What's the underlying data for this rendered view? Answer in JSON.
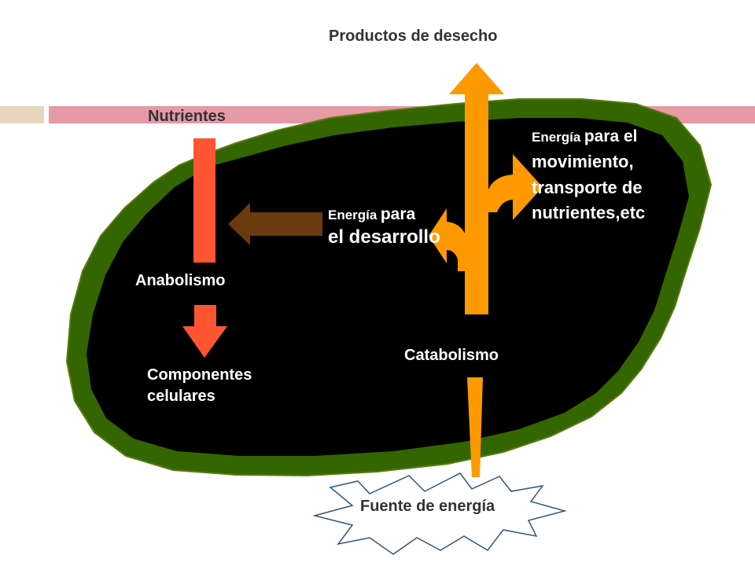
{
  "labels": {
    "waste": "Productos de desecho",
    "nutrients": "Nutrientes",
    "anabolism": "Anabolismo",
    "components_line1": "Componentes",
    "components_line2": "celulares",
    "catabolism": "Catabolismo",
    "energy_source": "Fuente de energía",
    "energy_dev_word": "Energía",
    "energy_dev_para": "para",
    "energy_dev_line2": "el desarrollo",
    "energy_move_word": "Energía",
    "energy_move_para": "para el",
    "energy_move_line2": "movimiento,",
    "energy_move_line3": "transporte de",
    "energy_move_line4": "nutrientes,etc"
  },
  "colors": {
    "accent_bar_beige": "#e8d5bd",
    "accent_bar_pink": "#e59aa5",
    "cell_membrane": "#336600",
    "cytoplasm": "#000000",
    "anabolic_arrow": "#ff5533",
    "energy_arrow_brown": "#6b3a0f",
    "catabolic_arrow": "#ff9900"
  }
}
